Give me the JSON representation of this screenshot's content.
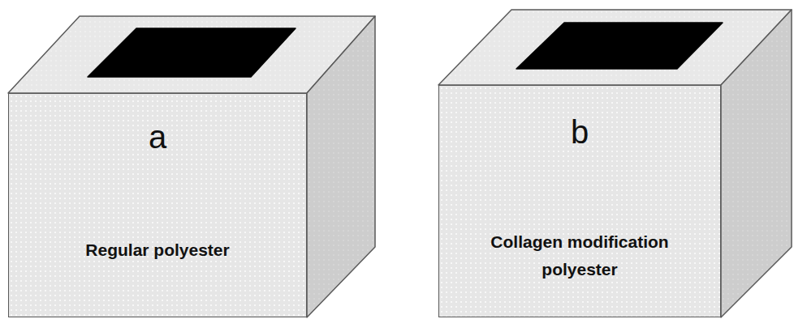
{
  "diagram": {
    "nodes": [
      {
        "text": [
          "a",
          "Regular polyester"
        ]
      },
      {
        "text": [
          "b",
          "Collagen modification polyester"
        ]
      }
    ]
  }
}
